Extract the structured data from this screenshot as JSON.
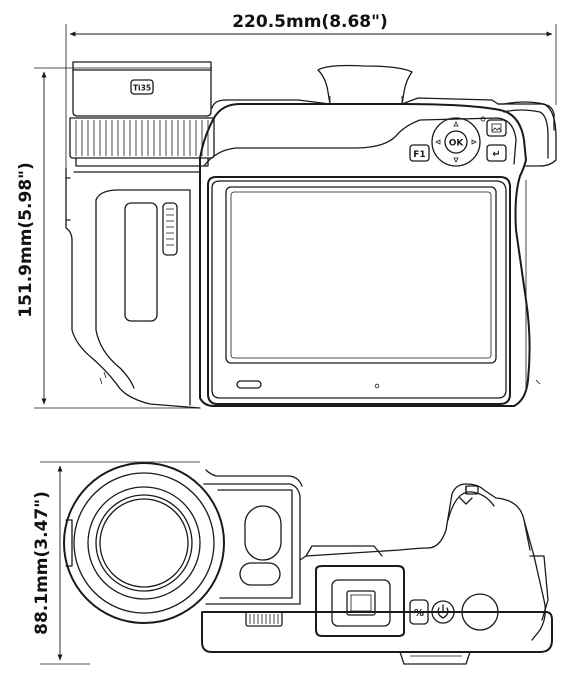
{
  "dimensions": {
    "width": "220.5mm(8.68\")",
    "height": "151.9mm(5.98\")",
    "depth": "88.1mm(3.47\")"
  },
  "front_view": {
    "lens_badge": "Ti35",
    "button_f1": "F1",
    "button_ok": "OK",
    "button_back": "↵"
  },
  "side_view": {
    "button_percent": "%"
  }
}
